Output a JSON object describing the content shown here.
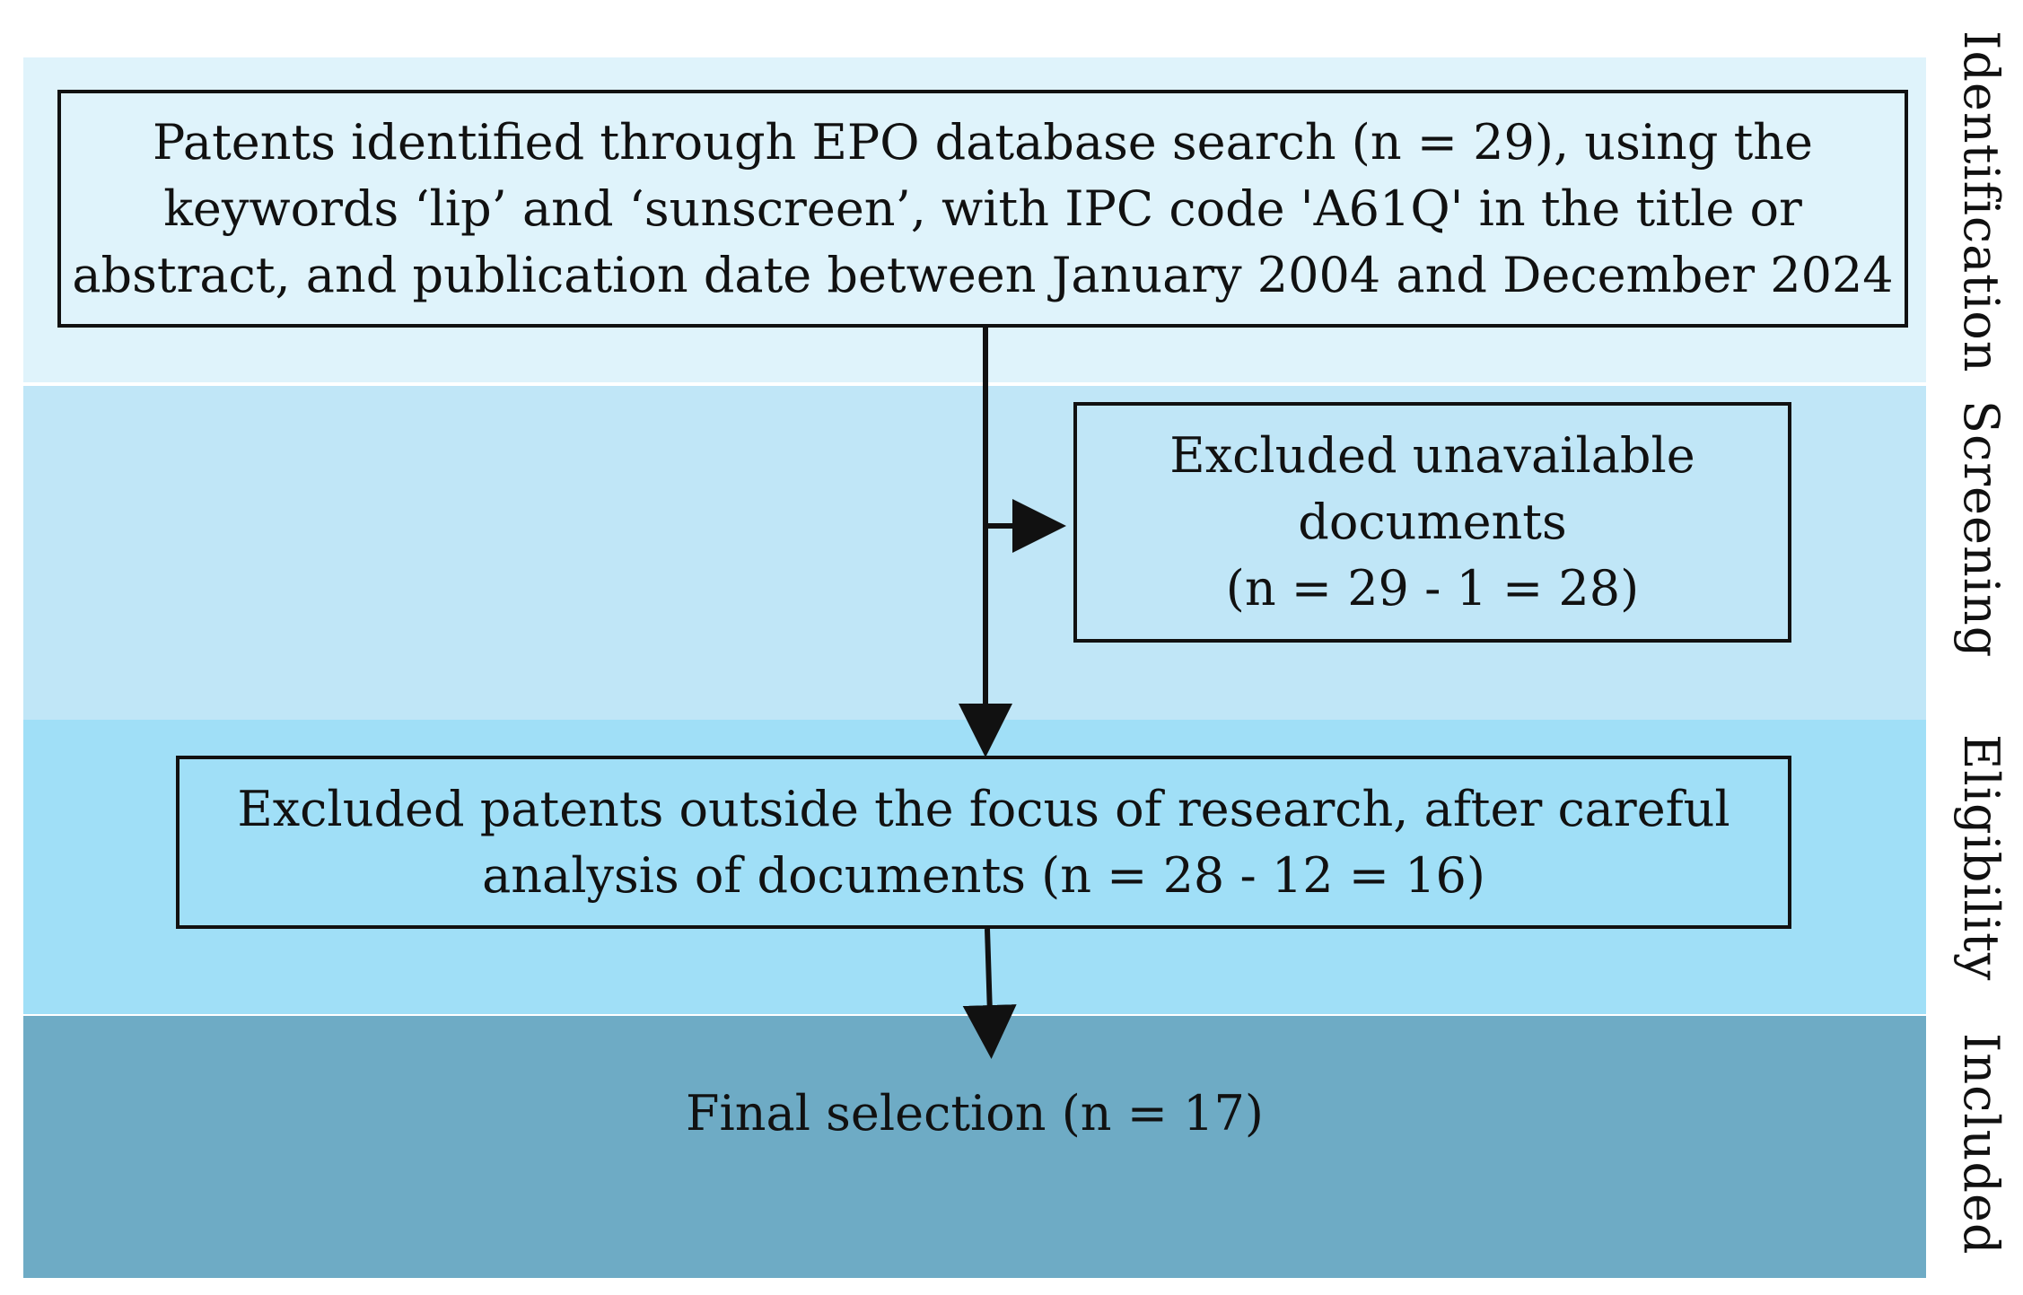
{
  "stages": {
    "identification": "Identification",
    "screening": "Screening",
    "eligibility": "Eligibility",
    "included": "Included"
  },
  "boxes": {
    "identification": {
      "lines": [
        "Patents identified through EPO database search (n = 29), using the",
        "keywords ‘lip’ and ‘sunscreen’, with IPC code 'A61Q' in the title or",
        "abstract, and publication date between January 2004 and December 2024"
      ]
    },
    "screening": {
      "lines": [
        "Excluded unavailable",
        "documents",
        "(n = 29 - 1 = 28)"
      ]
    },
    "eligibility": {
      "lines": [
        "Excluded patents outside the focus of research, after careful",
        "analysis of documents (n = 28 - 12 = 16)"
      ]
    },
    "final": {
      "text": "Final selection (n = 17)"
    }
  },
  "colors": {
    "identification_band": "#dff3fb",
    "screening_band": "#c0e6f7",
    "eligibility_band": "#a0dff7",
    "included_band": "#6eabc5",
    "line": "#111111"
  }
}
